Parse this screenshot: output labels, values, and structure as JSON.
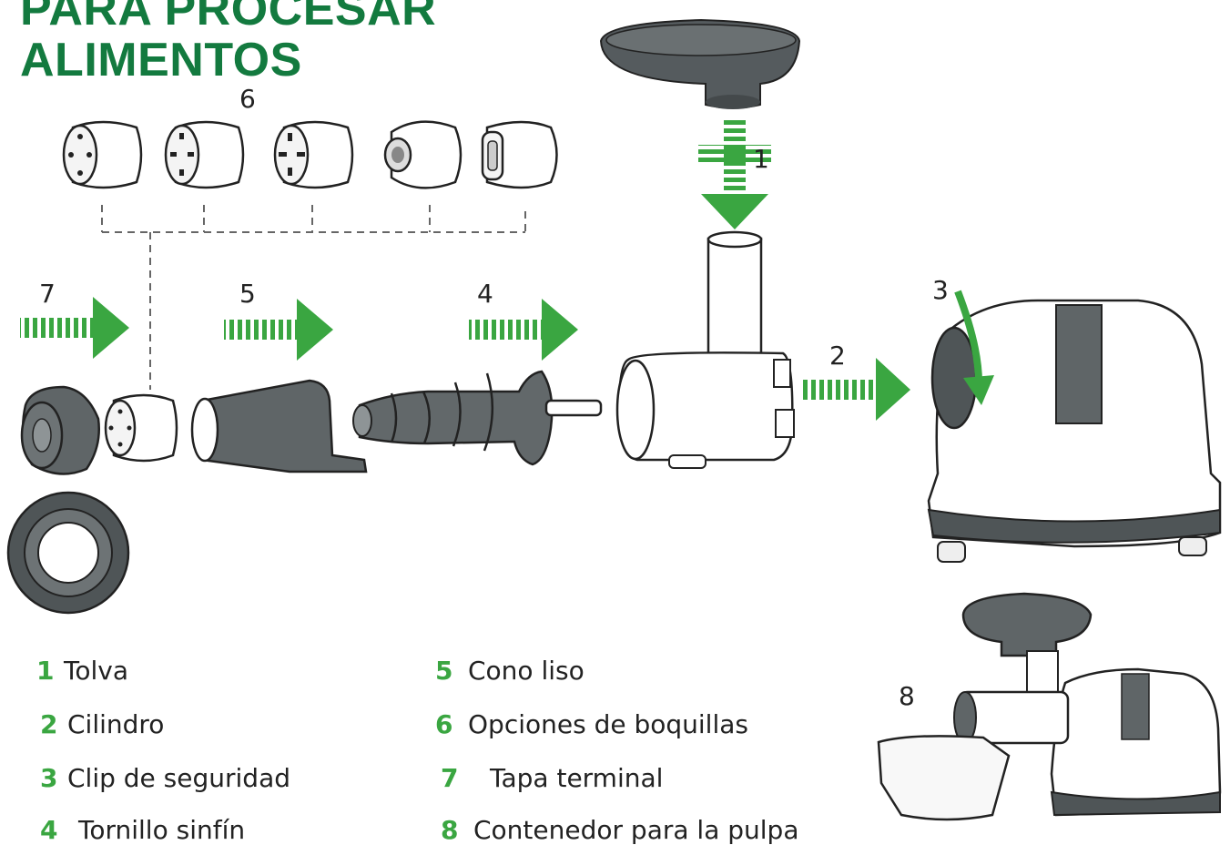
{
  "title": {
    "line1": "PARA PROCESAR",
    "line2": "ALIMENTOS"
  },
  "colors": {
    "title": "#137a3f",
    "arrow": "#3aa641",
    "legend_number": "#3aa641",
    "part_dark": "#555b5e",
    "part_light": "#ffffff"
  },
  "callouts": {
    "n1": "1",
    "n2": "2",
    "n3": "3",
    "n4": "4",
    "n5": "5",
    "n6": "6",
    "n7": "7",
    "n8": "8"
  },
  "legend": [
    {
      "num": "1",
      "text": "Tolva"
    },
    {
      "num": "2",
      "text": "Cilindro"
    },
    {
      "num": "3",
      "text": "Clip de seguridad"
    },
    {
      "num": "4",
      "text": "Tornillo sinfín"
    },
    {
      "num": "5",
      "text": "Cono liso"
    },
    {
      "num": "6",
      "text": "Opciones de boquillas"
    },
    {
      "num": "7",
      "text": "Tapa terminal"
    },
    {
      "num": "8",
      "text": "Contenedor para la pulpa"
    }
  ]
}
